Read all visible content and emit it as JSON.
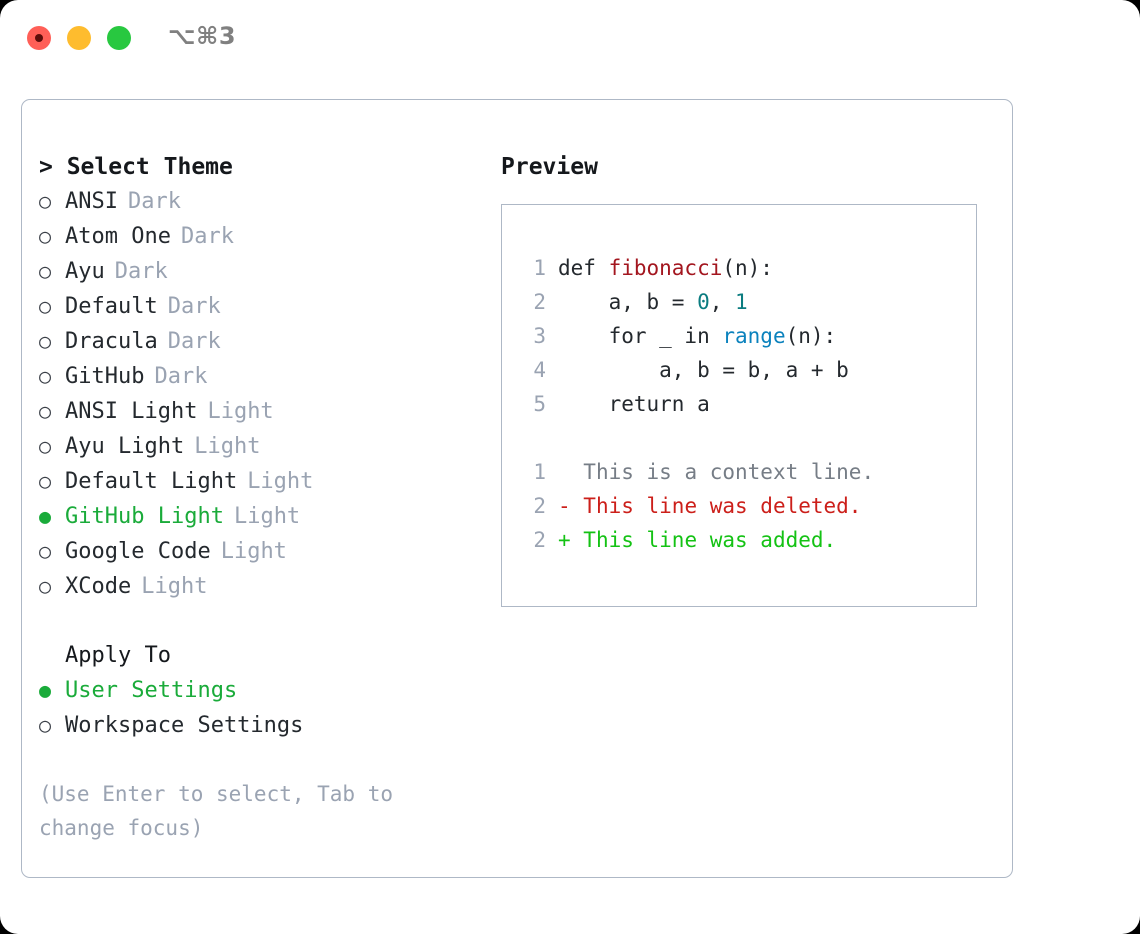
{
  "titlebar": {
    "traffic_lights": [
      {
        "name": "close",
        "color": "#ff5f57"
      },
      {
        "name": "minimize",
        "color": "#febc2e"
      },
      {
        "name": "zoom",
        "color": "#28c840"
      }
    ],
    "shortcut": "⌥⌘3"
  },
  "theme_list": {
    "header": "> Select Theme",
    "header_caret": ">",
    "header_label": "Select Theme",
    "marker_off": "○",
    "marker_on": "●",
    "selected_color": "#1aab3a",
    "items": [
      {
        "marker": "○",
        "label": "ANSI",
        "tag": "Dark",
        "selected": false
      },
      {
        "marker": "○",
        "label": "Atom One",
        "tag": "Dark",
        "selected": false
      },
      {
        "marker": "○",
        "label": "Ayu",
        "tag": "Dark",
        "selected": false
      },
      {
        "marker": "○",
        "label": "Default",
        "tag": "Dark",
        "selected": false
      },
      {
        "marker": "○",
        "label": "Dracula",
        "tag": "Dark",
        "selected": false
      },
      {
        "marker": "○",
        "label": "GitHub",
        "tag": "Dark",
        "selected": false
      },
      {
        "marker": "○",
        "label": "ANSI Light",
        "tag": "Light",
        "selected": false
      },
      {
        "marker": "○",
        "label": "Ayu Light",
        "tag": "Light",
        "selected": false
      },
      {
        "marker": "○",
        "label": "Default Light",
        "tag": "Light",
        "selected": false
      },
      {
        "marker": "●",
        "label": "GitHub Light",
        "tag": "Light",
        "selected": true
      },
      {
        "marker": "○",
        "label": "Google Code",
        "tag": "Light",
        "selected": false
      },
      {
        "marker": "○",
        "label": "XCode",
        "tag": "Light",
        "selected": false
      }
    ]
  },
  "apply_to": {
    "header": "Apply To",
    "items": [
      {
        "marker": "●",
        "label": "User Settings",
        "selected": true
      },
      {
        "marker": "○",
        "label": "Workspace Settings",
        "selected": false
      }
    ]
  },
  "hint": "(Use Enter to select, Tab to change focus)",
  "preview": {
    "title": "Preview",
    "code_lines": [
      {
        "no": "1",
        "tokens": [
          {
            "text": "def ",
            "kind": "plain"
          },
          {
            "text": "fibonacci",
            "kind": "fn"
          },
          {
            "text": "(n):",
            "kind": "plain"
          }
        ]
      },
      {
        "no": "2",
        "tokens": [
          {
            "text": "    a, b = ",
            "kind": "plain"
          },
          {
            "text": "0",
            "kind": "num"
          },
          {
            "text": ", ",
            "kind": "plain"
          },
          {
            "text": "1",
            "kind": "num"
          }
        ]
      },
      {
        "no": "3",
        "tokens": [
          {
            "text": "    for _ in ",
            "kind": "plain"
          },
          {
            "text": "range",
            "kind": "call"
          },
          {
            "text": "(n):",
            "kind": "plain"
          }
        ]
      },
      {
        "no": "4",
        "tokens": [
          {
            "text": "        a, b = b, a + b",
            "kind": "plain"
          }
        ]
      },
      {
        "no": "5",
        "tokens": [
          {
            "text": "    return a",
            "kind": "plain"
          }
        ]
      }
    ],
    "diff_lines": [
      {
        "no": "1",
        "sign": "  ",
        "text": "This is a context line.",
        "kind": "ctx"
      },
      {
        "no": "2",
        "sign": "- ",
        "text": "This line was deleted.",
        "kind": "del"
      },
      {
        "no": "2",
        "sign": "+ ",
        "text": "This line was added.",
        "kind": "add"
      }
    ]
  }
}
